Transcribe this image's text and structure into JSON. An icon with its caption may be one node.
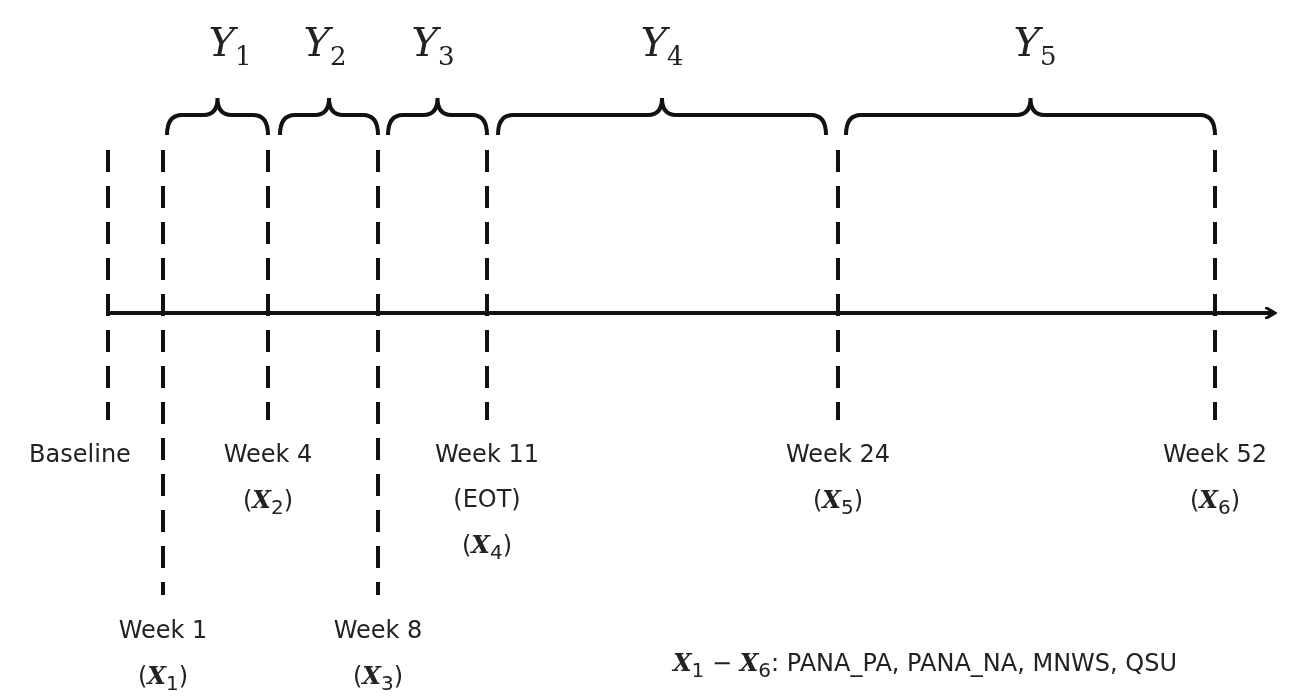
{
  "diagram": {
    "labels": [
      "*Y*$_{1}$",
      "*Y*$_{2}$",
      "*Y*$_{3}$",
      "*Y*$_{4}$",
      "*Y*$_{5}$",
      "Baseline",
      "Week 4 (**X**$_{2}$)",
      "Week 11 (EOT) (**X**$_{4}$)",
      "Week 24 (**X**$_{5}$)",
      "Week 52 (**X**$_{6}$)",
      "Week 1 (**X**$_{1}$)",
      "Week 8 (**X**$_{3}$)",
      "**X**$_{1}$ − **X**$_{6}$: PANA_PA, PANA_NA, MNWS, QSU"
    ]
  }
}
